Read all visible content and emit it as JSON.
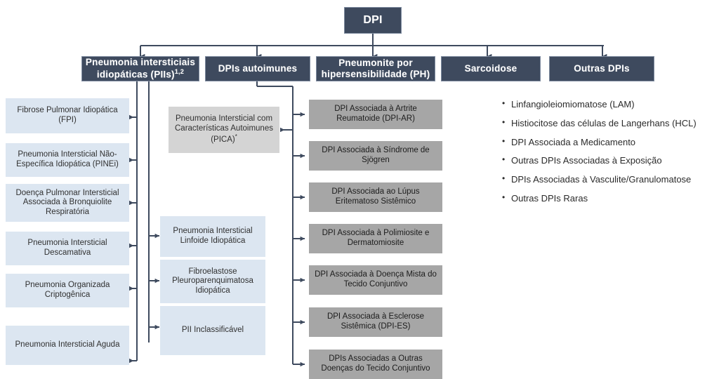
{
  "diagram": {
    "title": "DPI",
    "colors": {
      "dark_navy": "#3e4a5e",
      "light_blue": "#dce6f1",
      "gray": "#a6a6a6",
      "gray_light": "#d4d4d4",
      "connector": "#3e4a5e",
      "background": "#ffffff"
    },
    "root": {
      "label": "DPI"
    },
    "level1": [
      {
        "label": "Pneumonia intersticiais idiopáticas (PIIs)",
        "superscript": "1,2"
      },
      {
        "label": "DPIs autoimunes",
        "superscript": ""
      },
      {
        "label": "Pneumonite por hipersensibilidade (PH)",
        "superscript": ""
      },
      {
        "label": "Sarcoidose",
        "superscript": ""
      },
      {
        "label": "Outras DPIs",
        "superscript": ""
      }
    ],
    "pii_major": [
      {
        "label": "Fibrose Pulmonar Idiopática (FPI)"
      },
      {
        "label": "Pneumonia Intersticial Não-Específica Idiopática (PINEi)"
      },
      {
        "label": "Doença Pulmonar Intersticial Associada à Bronquiolite Respiratória"
      },
      {
        "label": "Pneumonia Intersticial Descamativa"
      },
      {
        "label": "Pneumonia Organizada Criptogênica"
      },
      {
        "label": "Pneumonia Intersticial Aguda"
      }
    ],
    "pii_rare": [
      {
        "label": "Pneumonia Intersticial Linfoide Idiopática"
      },
      {
        "label": "Fibroelastose Pleuroparenquimatosa Idiopática"
      },
      {
        "label": "PII Inclassificável"
      }
    ],
    "pica": {
      "label": "Pneumonia Intersticial com Características Autoimunes (PICA)",
      "superscript": "*"
    },
    "autoimmune": [
      {
        "label": "DPI Associada à Artrite Reumatoide (DPI-AR)"
      },
      {
        "label": "DPI Associada à Síndrome de Sjögren"
      },
      {
        "label": "DPI Associada ao Lúpus Eritematoso Sistêmico"
      },
      {
        "label": "DPI Associada à Polimiosite e Dermatomiosite"
      },
      {
        "label": "DPI Associada à Doença Mista do Tecido Conjuntivo"
      },
      {
        "label": "DPI Associada à Esclerose Sistêmica (DPI-ES)"
      },
      {
        "label": "DPIs Associadas a Outras Doenças do Tecido Conjuntivo"
      }
    ],
    "other_ilds": [
      {
        "label": "Linfangioleiomiomatose (LAM)"
      },
      {
        "label": "Histiocitose das células de Langerhans (HCL)"
      },
      {
        "label": "DPI Associada a Medicamento"
      },
      {
        "label": "Outras DPIs Associadas à Exposição"
      },
      {
        "label": "DPIs Associadas à Vasculite/Granulomatose"
      },
      {
        "label": "Outras DPIs Raras"
      }
    ]
  }
}
